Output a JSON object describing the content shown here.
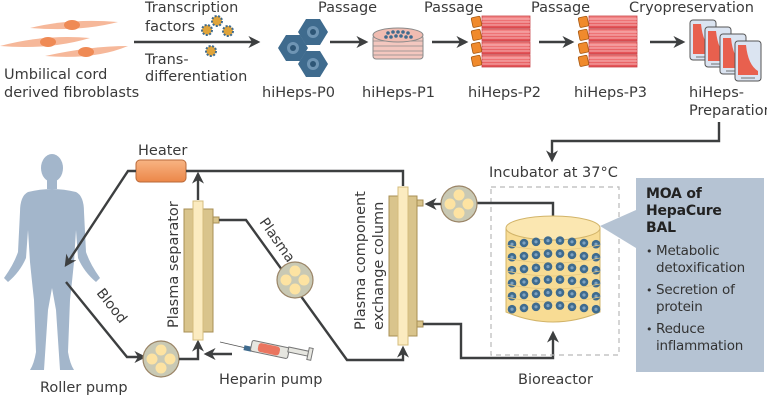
{
  "top_flow": {
    "source_label_line1": "Umbilical cord",
    "source_label_line2": "derived fibroblasts",
    "step1_above_line1": "Transcription",
    "step1_above_line2": "factors",
    "step1_below_line1": "Trans-",
    "step1_below_line2": "differentiation",
    "stages": [
      {
        "label": "hiHeps-P0"
      },
      {
        "label": "hiHeps-P1",
        "arrow_label": "Passage"
      },
      {
        "label": "hiHeps-P2",
        "arrow_label": "Passage"
      },
      {
        "label": "hiHeps-P3",
        "arrow_label": "Passage"
      },
      {
        "label_line1": "hiHeps-",
        "label_line2": "Preparation",
        "arrow_label": "Cryopreservation"
      }
    ]
  },
  "circuit": {
    "heater": "Heater",
    "blood": "Blood",
    "roller_pump": "Roller pump",
    "heparin_pump": "Heparin pump",
    "plasma_separator": "Plasma separator",
    "plasma": "Plasma",
    "exchange_column_line1": "Plasma component",
    "exchange_column_line2": "exchange column",
    "incubator": "Incubator at 37°C",
    "bioreactor": "Bioreactor"
  },
  "moa": {
    "title_line1": "MOA of",
    "title_line2": "HepaCure BAL",
    "items": [
      "Metabolic detoxification",
      "Secretion of protein",
      "Reduce inflammation"
    ]
  },
  "colors": {
    "fibroblast": "#f6b89a",
    "nucleus": "#ef8a55",
    "hepatocyte": "#3f6b8e",
    "culture_red": "#e8555a",
    "body": "#a3b6cb",
    "column_tan": "#d9c48c",
    "column_inner": "#fbebc0",
    "pump_body": "#c9c9b4",
    "heater": "#f0935a",
    "moa_bg": "#b5c3d3"
  }
}
